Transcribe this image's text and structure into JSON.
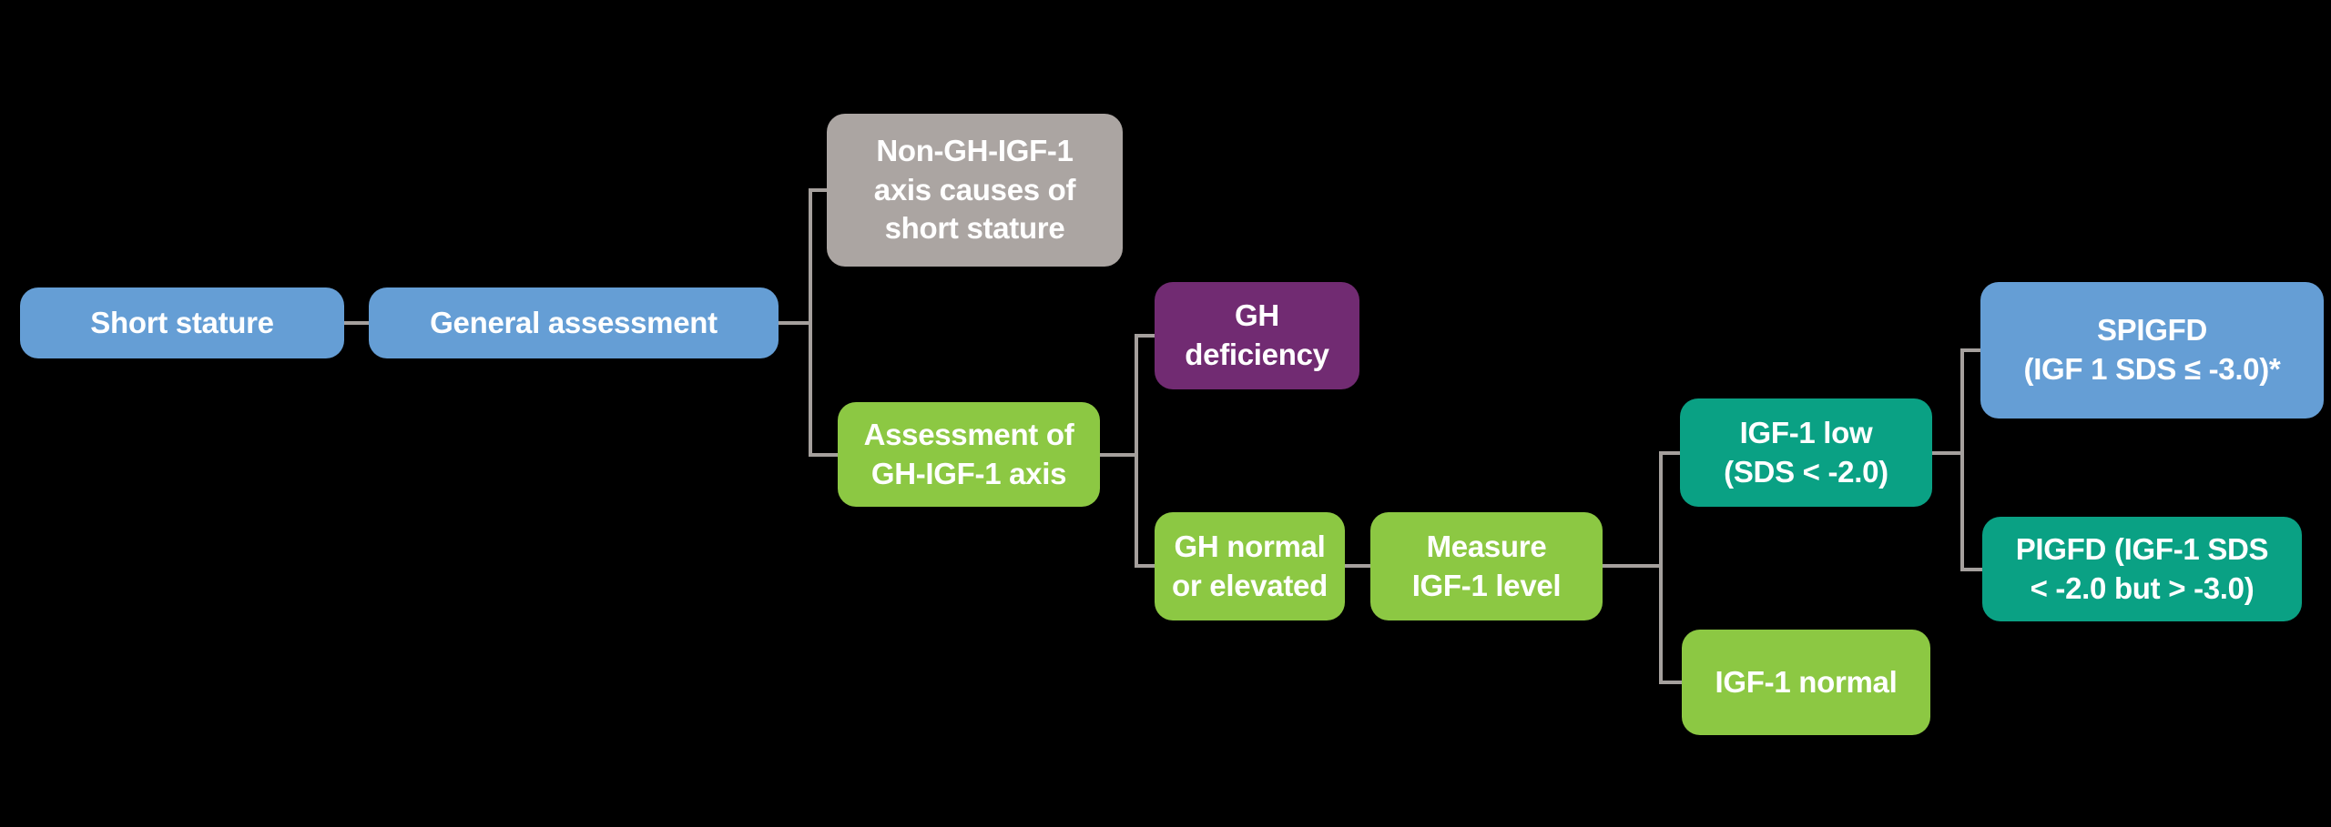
{
  "colors": {
    "background": "#000000",
    "blue": "#659ED5",
    "green": "#8CC843",
    "teal": "#0AA184",
    "purple": "#712B72",
    "gray": "#ABA5A2",
    "connector": "#A5A09D",
    "text": "#FFFFFF"
  },
  "nodes": {
    "short_stature": {
      "label": "Short stature",
      "color": "blue"
    },
    "general_assessment": {
      "label": "General assessment",
      "color": "blue"
    },
    "non_gh_causes": {
      "label": "Non-GH-IGF-1\naxis causes of\nshort stature",
      "color": "gray"
    },
    "assessment_axis": {
      "label": "Assessment of\nGH-IGF-1 axis",
      "color": "green"
    },
    "gh_deficiency": {
      "label": "GH\ndeficiency",
      "color": "purple"
    },
    "gh_normal_elevated": {
      "label": "GH normal\nor elevated",
      "color": "green"
    },
    "measure_igf1": {
      "label": "Measure\nIGF-1 level",
      "color": "green"
    },
    "igf1_low": {
      "label": "IGF-1 low\n(SDS < -2.0)",
      "color": "teal"
    },
    "igf1_normal": {
      "label": "IGF-1 normal",
      "color": "green"
    },
    "spigfd": {
      "label": "SPIGFD\n(IGF 1 SDS ≤ -3.0)*",
      "color": "blue"
    },
    "pigfd": {
      "label": "PIGFD (IGF-1 SDS\n< -2.0 but > -3.0)",
      "color": "teal"
    }
  }
}
